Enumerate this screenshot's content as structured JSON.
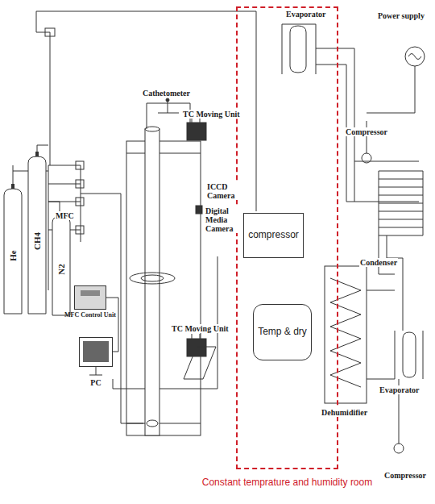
{
  "diagram": {
    "caption": "Constant temprature and humidity room",
    "nodes": [
      {
        "text": [
          "He"
        ]
      },
      {
        "text": [
          "CH4"
        ]
      },
      {
        "text": [
          "N2"
        ]
      },
      {
        "text": [
          "MFC Control Unit"
        ]
      },
      {
        "text": [
          "PC"
        ]
      },
      {
        "text": [
          "Constant temprature and humidity room"
        ]
      },
      {
        "text": [
          "compressor"
        ],
        "in": 5
      },
      {
        "text": [
          "Temp & dry"
        ],
        "in": 5
      }
    ],
    "edges": [
      {
        "from": 4,
        "to": 3,
        "arrow": "none"
      }
    ],
    "labels": [
      "MFC",
      "Cathetometer",
      "TC Moving Unit",
      "ICCD Camera",
      "Digital Media Camera",
      "TC Moving Unit",
      "Evaporator",
      "Power supply",
      "Compressor",
      "Condenser",
      "Dehumidifier",
      "Evaporator",
      "Compressor"
    ]
  }
}
